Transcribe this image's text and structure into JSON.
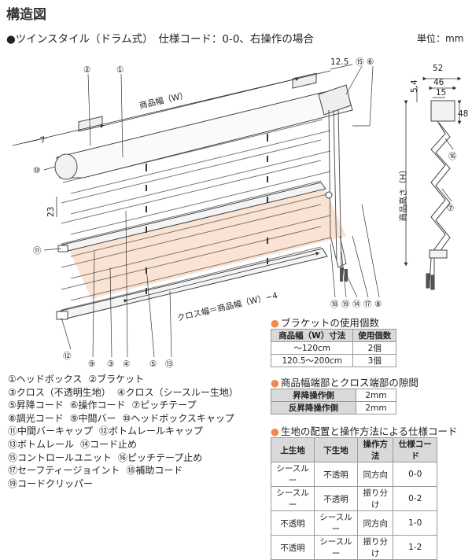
{
  "title": "構造図",
  "subtitle": "●ツインスタイル（ドラム式）　仕様コード：0-0、右操作の場合",
  "unit": "単位：mm",
  "diagram": {
    "product_width": "商品幅（W）",
    "cross_width": "クロス幅＝商品幅（W）−4",
    "product_height": "商品高さ（H）",
    "dims": {
      "d7": "7",
      "d125": "12.5",
      "d23": "23",
      "d52": "52",
      "d46": "46",
      "d15": "15",
      "d54": "5.4",
      "d48": "48"
    },
    "callouts": [
      "①",
      "②",
      "③",
      "④",
      "⑤",
      "⑥",
      "⑦",
      "⑧",
      "⑨",
      "⑩",
      "⑪",
      "⑫",
      "⑬",
      "⑭",
      "⑮",
      "⑯",
      "⑰",
      "⑱",
      "⑲"
    ]
  },
  "legend": [
    [
      "①ヘッドボックス",
      "②ブラケット"
    ],
    [
      "③クロス（不透明生地）",
      "④クロス（シースルー生地）"
    ],
    [
      "⑤昇降コード",
      "⑥操作コード",
      "⑦ピッチテープ"
    ],
    [
      "⑧調光コード",
      "⑨中間バー",
      "⑩ヘッドボックスキャップ"
    ],
    [
      "⑪中間バーキャップ",
      "⑫ボトムレールキャップ"
    ],
    [
      "⑬ボトムレール",
      "⑭コード止め"
    ],
    [
      "⑮コントロールユニット",
      "⑯ピッチテープ止め"
    ],
    [
      "⑰セーフティージョイント",
      "⑱補助コード"
    ],
    [
      "⑲コードクリッパー"
    ]
  ],
  "bracket_table": {
    "title": "ブラケットの使用個数",
    "headers": [
      "商品幅（W）寸法",
      "使用個数"
    ],
    "rows": [
      [
        "〜120cm",
        "2個"
      ],
      [
        "120.5〜200cm",
        "3個"
      ]
    ]
  },
  "gap_table": {
    "title": "商品幅端部とクロス端部の隙間",
    "rows": [
      [
        "昇降操作側",
        "2mm"
      ],
      [
        "反昇降操作側",
        "2mm"
      ]
    ]
  },
  "spec_table": {
    "title": "生地の配置と操作方法による仕様コード",
    "headers": [
      "上生地",
      "下生地",
      "操作方法",
      "仕様コード"
    ],
    "rows": [
      [
        "シースルー",
        "不透明",
        "同方向",
        "0-0"
      ],
      [
        "シースルー",
        "不透明",
        "振り分け",
        "0-2"
      ],
      [
        "不透明",
        "シースルー",
        "同方向",
        "1-0"
      ],
      [
        "不透明",
        "シースルー",
        "振り分け",
        "1-2"
      ]
    ]
  },
  "colors": {
    "accent_dot": "#f08a4b",
    "fabric_sheer": "#fbe3d3",
    "header_bg": "#d9d9d9"
  }
}
